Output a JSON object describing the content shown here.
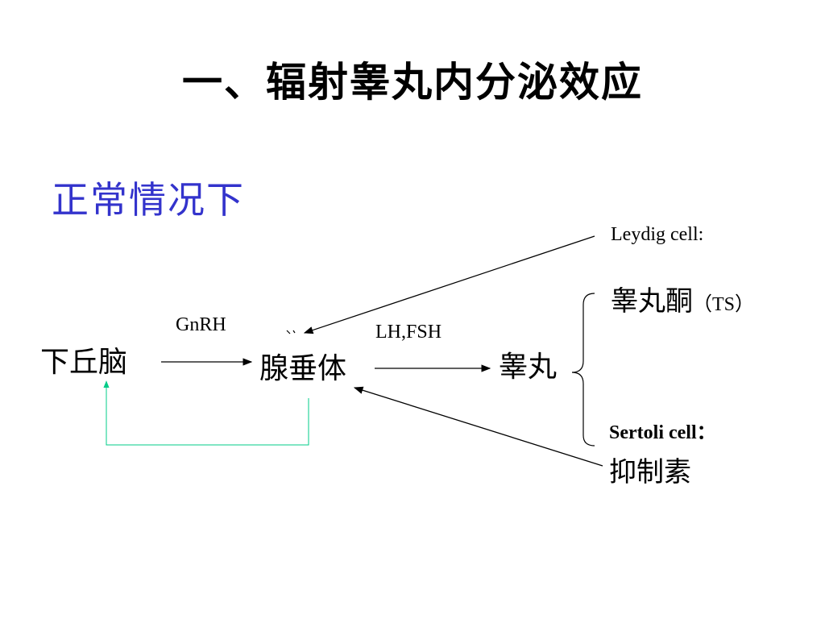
{
  "slide": {
    "title": "一、辐射睾丸内分泌效应",
    "subtitle": "正常情况下"
  },
  "nodes": {
    "hypothalamus": "下丘脑",
    "pituitary": "腺垂体",
    "testis": "睾丸"
  },
  "hormones": {
    "gnrh": "GnRH",
    "lh_fsh": "LH,FSH"
  },
  "cells": {
    "leydig": {
      "label": "Leydig cell:",
      "product": "睾丸酮",
      "product_abbr": "（TS）"
    },
    "sertoli": {
      "label": "Sertoli cell：",
      "product": "抑制素"
    }
  },
  "colors": {
    "title": "#000000",
    "subtitle": "#3333cc",
    "arrow": "#000000",
    "feedback": "#00cc88"
  }
}
